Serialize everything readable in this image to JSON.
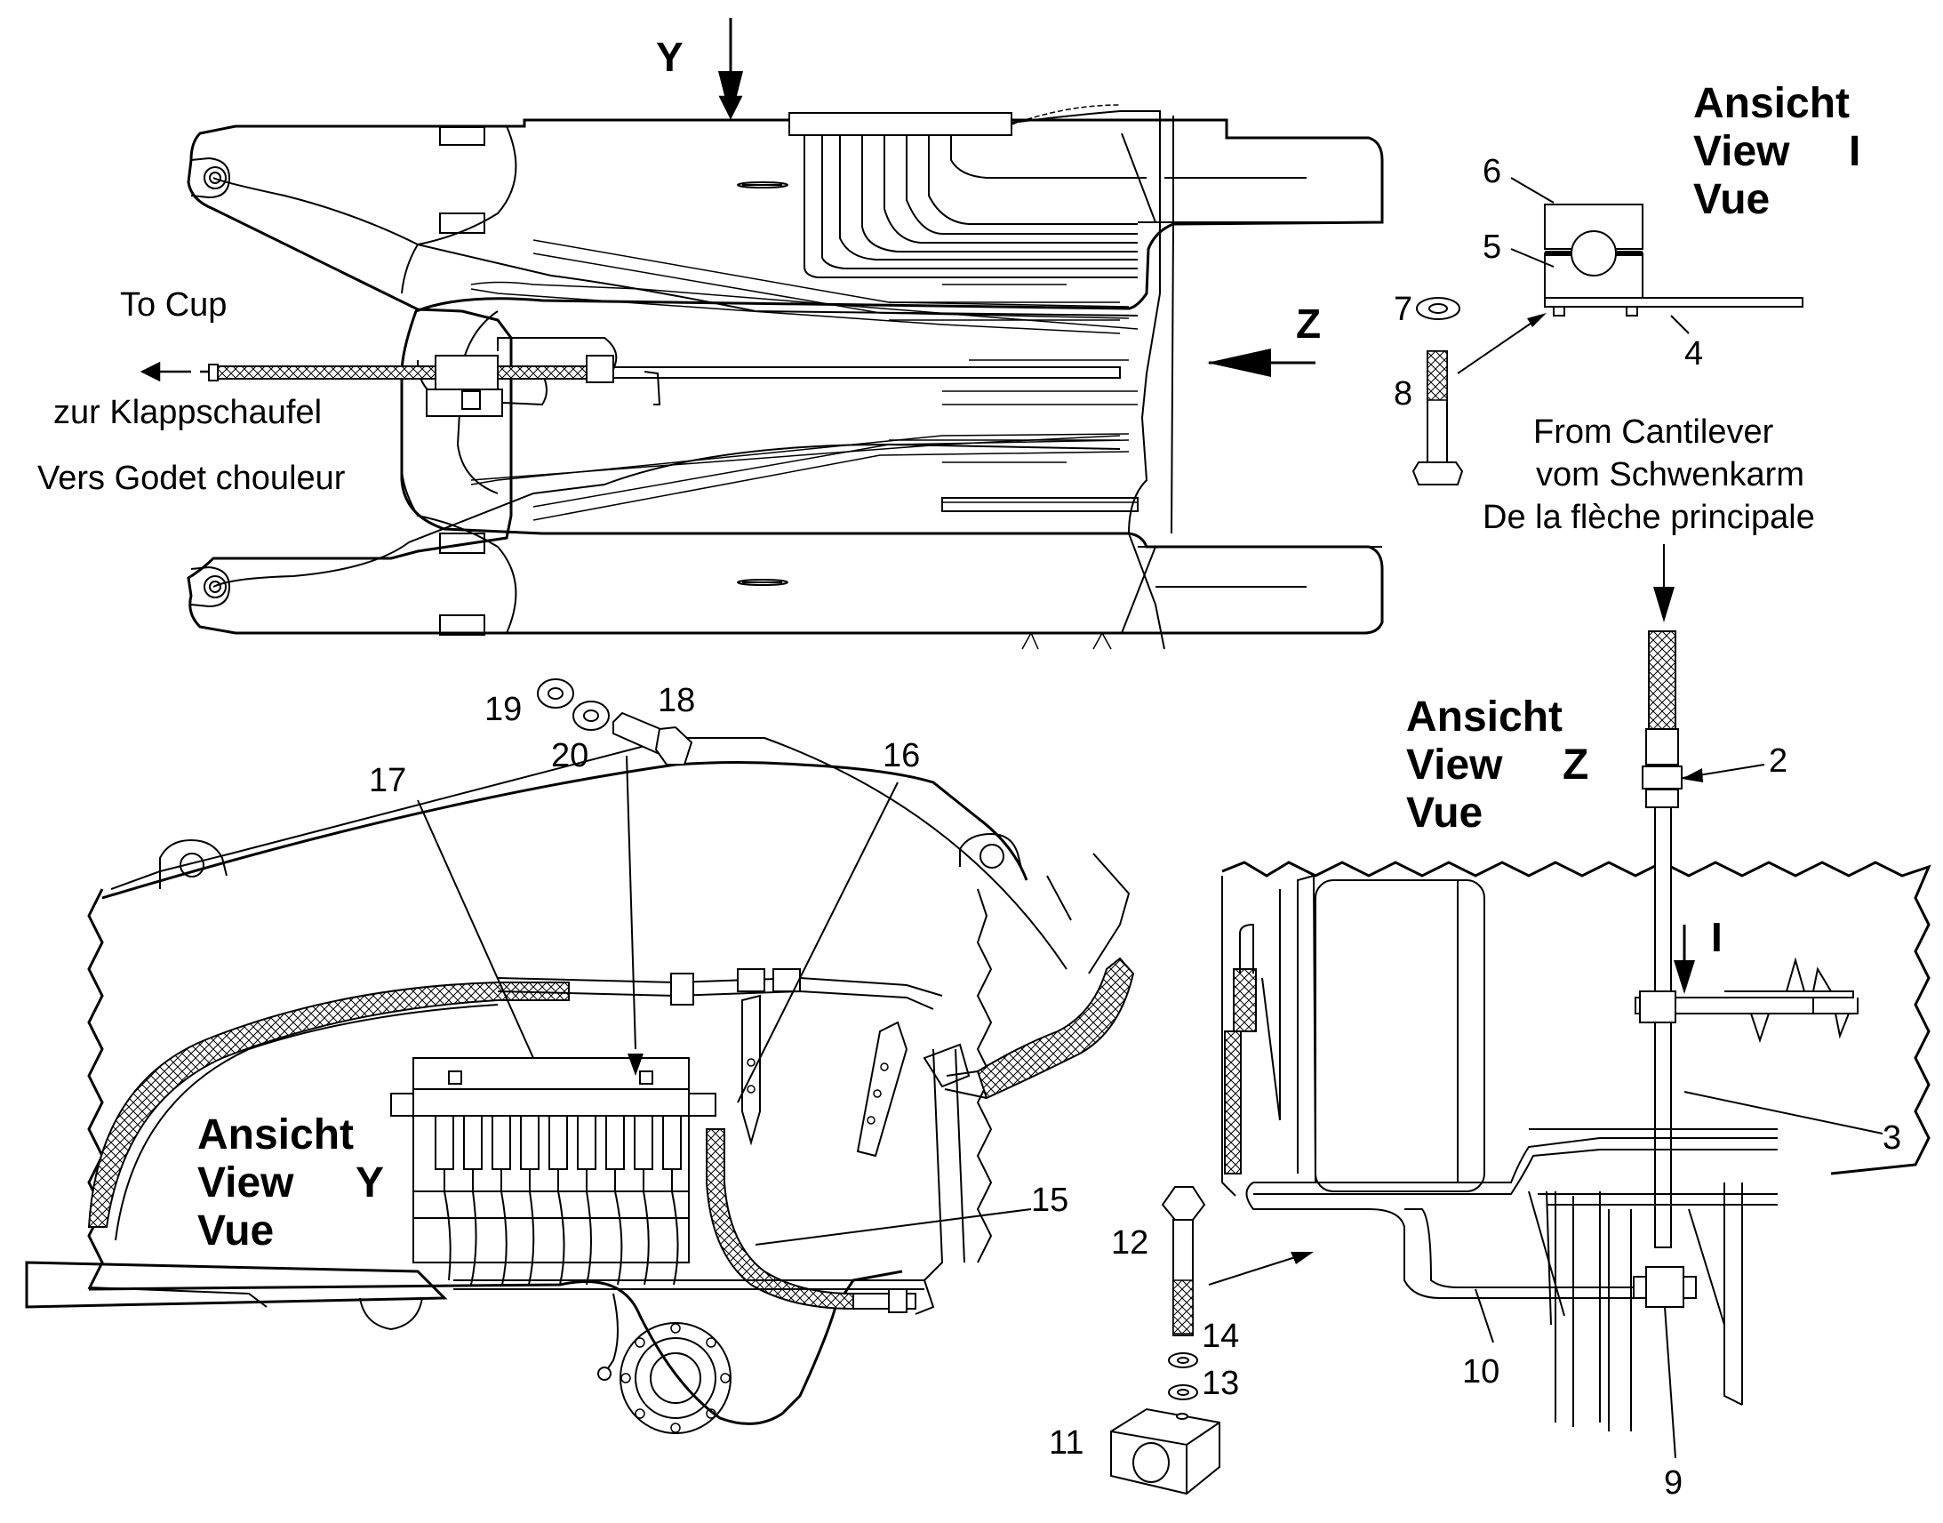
{
  "top_view": {
    "arrow_y_label": "Y",
    "arrow_z_label": "Z",
    "to_cup_en": "To Cup",
    "to_cup_de": "zur Klappschaufel",
    "to_cup_fr": "Vers Godet chouleur"
  },
  "view_i": {
    "title_de": "Ansicht",
    "title_en": "View",
    "title_fr": "Vue",
    "letter": "I",
    "from_en": "From Cantilever",
    "from_de": "vom Schwenkarm",
    "from_fr": "De la flèche principale"
  },
  "view_z": {
    "title_de": "Ansicht",
    "title_en": "View",
    "title_fr": "Vue",
    "letter": "Z",
    "arrow_i_label": "I"
  },
  "view_y": {
    "title_de": "Ansicht",
    "title_en": "View",
    "title_fr": "Vue",
    "letter": "Y"
  },
  "callouts": {
    "p2": "2",
    "p3": "3",
    "p4": "4",
    "p5": "5",
    "p6": "6",
    "p7": "7",
    "p8": "8",
    "p9": "9",
    "p10": "10",
    "p11": "11",
    "p12": "12",
    "p13": "13",
    "p14": "14",
    "p15": "15",
    "p16": "16",
    "p17": "17",
    "p18": "18",
    "p19": "19",
    "p20": "20"
  }
}
